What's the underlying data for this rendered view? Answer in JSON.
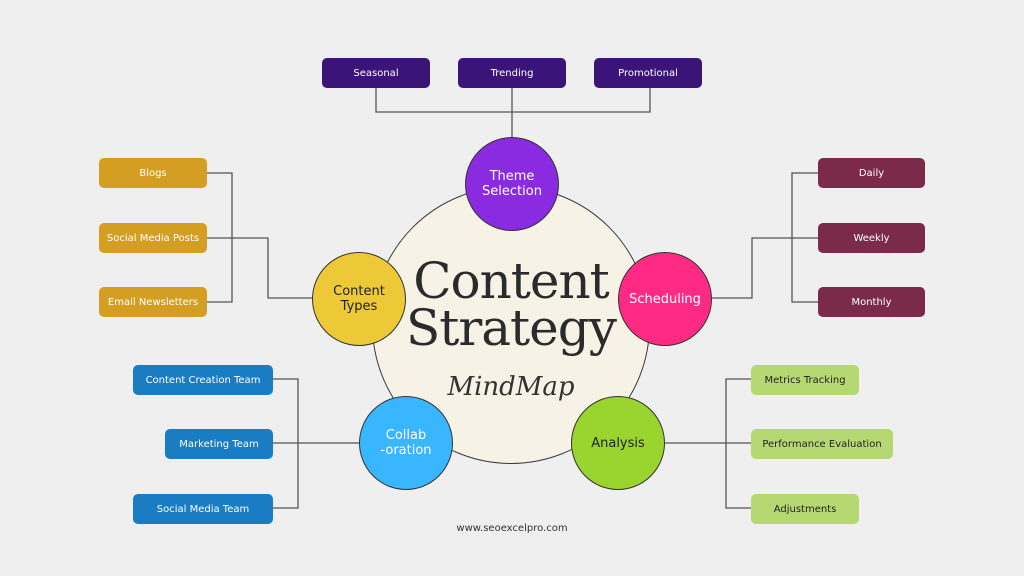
{
  "title_line1": "Content",
  "title_line2": "Strategy",
  "subtitle": "MindMap",
  "footer": "www.seoexcelpro.com",
  "nodes": {
    "theme": {
      "label": "Theme\nSelection",
      "color": "#8a2be2"
    },
    "types": {
      "label": "Content\nTypes",
      "color": "#edc938"
    },
    "scheduling": {
      "label": "Scheduling",
      "color": "#ff2a84"
    },
    "collab": {
      "label": "Collab\n-oration",
      "color": "#38b6ff"
    },
    "analysis": {
      "label": "Analysis",
      "color": "#9ad42f"
    }
  },
  "theme_items": [
    "Seasonal",
    "Trending",
    "Promotional"
  ],
  "types_items": [
    "Blogs",
    "Social Media Posts",
    "Email Newsletters"
  ],
  "scheduling_items": [
    "Daily",
    "Weekly",
    "Monthly"
  ],
  "collab_items": [
    "Content Creation Team",
    "Marketing Team",
    "Social Media Team"
  ],
  "analysis_items": [
    "Metrics Tracking",
    "Performance Evaluation",
    "Adjustments"
  ],
  "colors": {
    "theme_box": "#3a1478",
    "types_box": "#d39e22",
    "scheduling_box": "#7b2a4a",
    "collab_box": "#1a7cc3",
    "analysis_box": "#b5d873"
  }
}
